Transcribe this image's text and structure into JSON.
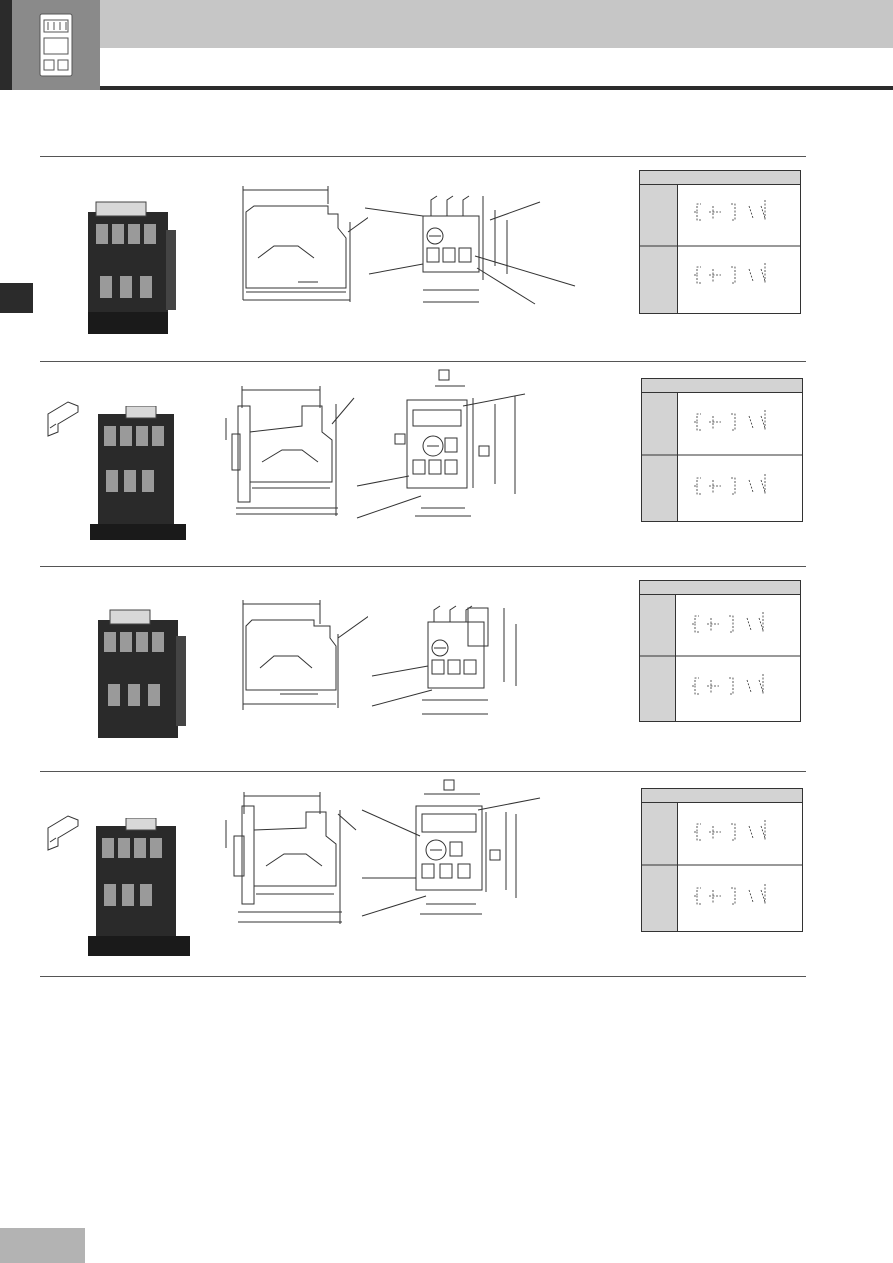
{
  "header": {
    "icon": "relay-device-icon",
    "band_color": "#c6c6c6",
    "dark_color": "#2b2b2b",
    "icon_box_color": "#8a8a8a"
  },
  "rows": [
    {
      "photo": "relay-photo",
      "mount": false
    },
    {
      "photo": "relay-photo",
      "mount": true
    },
    {
      "photo": "relay-photo",
      "mount": false
    },
    {
      "photo": "relay-photo",
      "mount": true
    }
  ],
  "drawing_labels": {
    "row2_box_a": "",
    "row2_box_b": "",
    "row2_box_c": "",
    "row4_box_a": "",
    "row4_box_b": ""
  },
  "footer": {
    "tab_color": "#b3b3b3"
  }
}
